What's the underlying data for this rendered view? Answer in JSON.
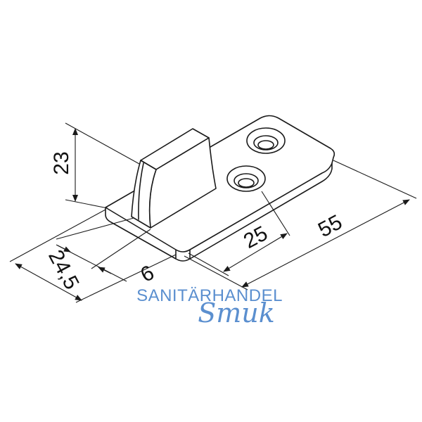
{
  "dimensions": {
    "height": "23",
    "width": "24,5",
    "foot_depth": "6",
    "hole_spacing": "25",
    "length": "55"
  },
  "watermark": {
    "line1": "SANITÄRHANDEL",
    "line2": "Smuk"
  },
  "colors": {
    "line": "#1a1a1a",
    "watermark": "#5b8fcf"
  }
}
